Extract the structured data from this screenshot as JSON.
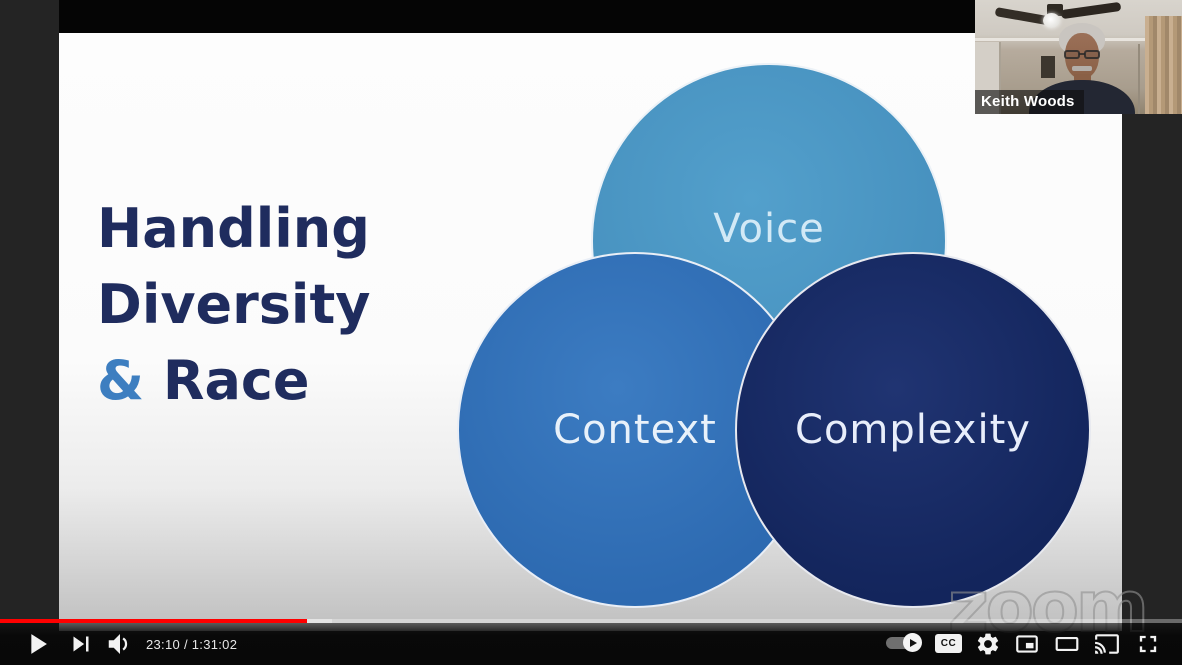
{
  "player": {
    "time_display": "23:10 / 1:31:02",
    "time_current": "23:10",
    "time_duration": "1:31:02",
    "progress": {
      "played_pct": 26.0,
      "buffer_pct": 28.1
    },
    "controls": {
      "cc_label": "CC",
      "icons": {
        "play": "right-triangle",
        "next": "skip-next triangle-with-bar",
        "volume": "speaker-with-arc",
        "autoplay": "toggle-pill-with-play-knob",
        "settings": "gear",
        "miniplayer": "rect-with-inset-rect",
        "theater": "wide-rect-outline",
        "cast": "screen-with-wifi-arcs",
        "fullscreen": "four-corner-brackets"
      },
      "accent_color": "#ff0000"
    }
  },
  "webcam": {
    "name": "Keith Woods"
  },
  "slide": {
    "title": {
      "line1": "Handling",
      "line2": "Diversity",
      "amp": "&",
      "line3": "Race"
    },
    "title_color": "#1f2c5e",
    "amp_color": "#3d7ec0",
    "circles": [
      {
        "label": "Voice",
        "fill": "#4690be",
        "fill_light": "#53a0cc",
        "text_color": "#d2e9f6"
      },
      {
        "label": "Context",
        "fill": "#2d6ab1",
        "fill_light": "#3c7cc2",
        "text_color": "#e8f1fa"
      },
      {
        "label": "Complexity",
        "fill": "#13255c",
        "fill_light": "#203472",
        "text_color": "#e8eefb"
      }
    ]
  },
  "watermark": {
    "text": "zoom"
  }
}
